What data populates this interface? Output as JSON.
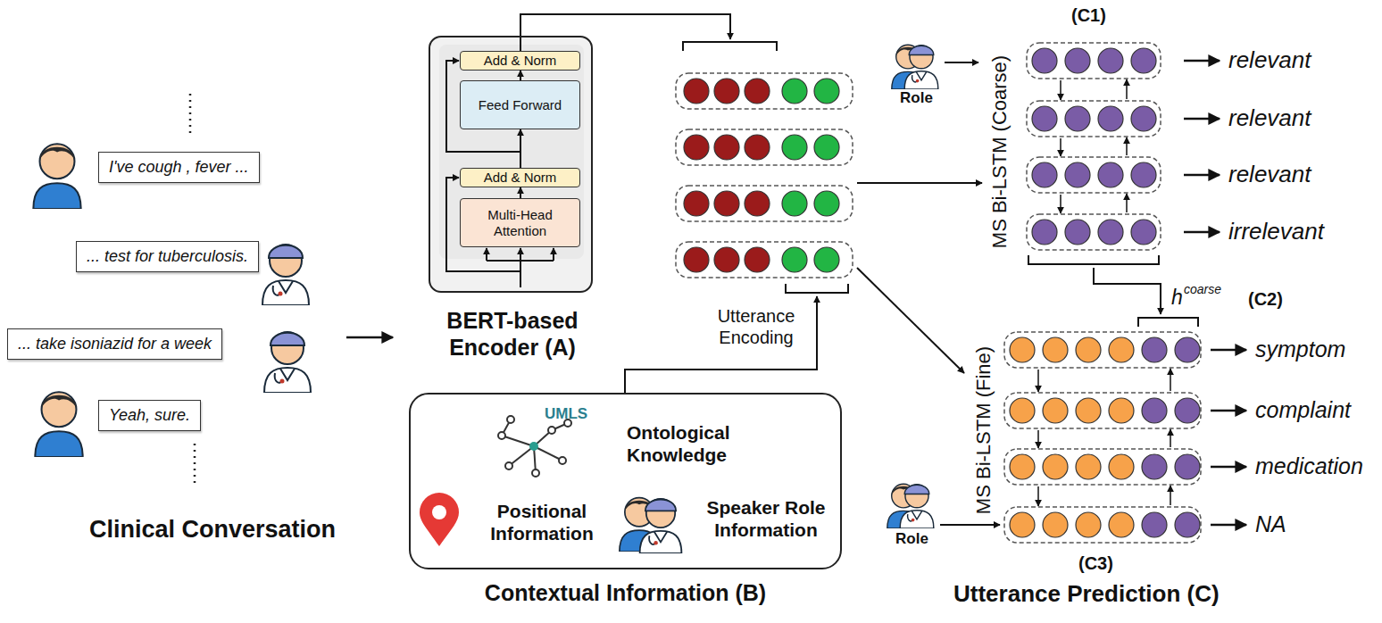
{
  "diagram": {
    "nodes": [
      {
        "text": [
          "I've cough , fever ..."
        ]
      },
      {
        "text": [
          "... test for tuberculosis."
        ]
      },
      {
        "text": [
          "... take isoniazid for a week"
        ]
      },
      {
        "text": [
          "Yeah, sure."
        ]
      },
      {
        "text": [
          "BERT-based Encoder (A)"
        ]
      },
      {
        "text": [
          "Add & Norm"
        ],
        "in": 4
      },
      {
        "text": [
          "Feed Forward"
        ],
        "in": 4
      },
      {
        "text": [
          "Add & Norm"
        ],
        "in": 4
      },
      {
        "text": [
          "Multi-Head Attention"
        ],
        "in": 4
      },
      {
        "text": [
          "Utterance Encoding"
        ]
      },
      {
        "text": [
          "UMLS",
          "Ontological Knowledge",
          "Positional Information",
          "Speaker Role Information",
          "Contextual Information (B)"
        ]
      },
      {
        "text": [
          "MS Bi-LSTM (Coarse)"
        ]
      },
      {
        "text": [
          "MS Bi-LSTM (Fine)"
        ]
      }
    ],
    "edges": [
      {
        "from": 8,
        "to": 7,
        "arrow": "to"
      },
      {
        "from": 7,
        "to": 6,
        "arrow": "to"
      },
      {
        "from": 6,
        "to": 5,
        "arrow": "to"
      },
      {
        "from": 4,
        "to": 9,
        "arrow": "to"
      },
      {
        "from": 10,
        "to": 9,
        "arrow": "to"
      },
      {
        "from": 9,
        "to": 11,
        "arrow": "to"
      },
      {
        "from": 9,
        "to": 12,
        "arrow": "to"
      },
      {
        "from": 11,
        "to": 12,
        "arrow": "to"
      }
    ],
    "labels": [
      "Clinical Conversation",
      "Role",
      "Role",
      "(C1)",
      "(C2)",
      "(C3)",
      "h",
      "coarse",
      "relevant",
      "relevant",
      "relevant",
      "irrelevant",
      "symptom",
      "complaint",
      "medication",
      "NA",
      "Utterance Prediction (C)"
    ]
  }
}
